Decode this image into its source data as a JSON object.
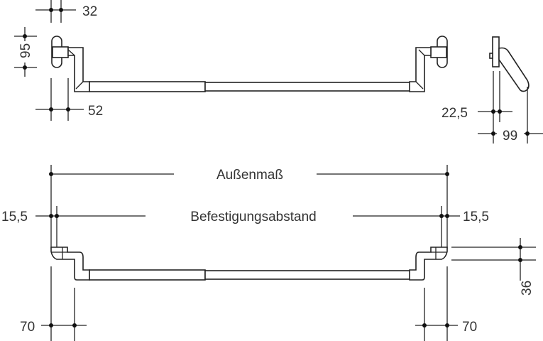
{
  "top_view": {
    "dim_plate_depth": "32",
    "dim_plate_height": "95",
    "dim_offset": "52"
  },
  "side_view": {
    "dim_plate": "22,5",
    "dim_projection": "99"
  },
  "front_view": {
    "outer_label": "Außenmaß",
    "mount_label": "Befestigungsabstand",
    "dim_left_inset": "15,5",
    "dim_right_inset": "15,5",
    "dim_rod_height": "36",
    "dim_left_offset": "70",
    "dim_right_offset": "70"
  }
}
